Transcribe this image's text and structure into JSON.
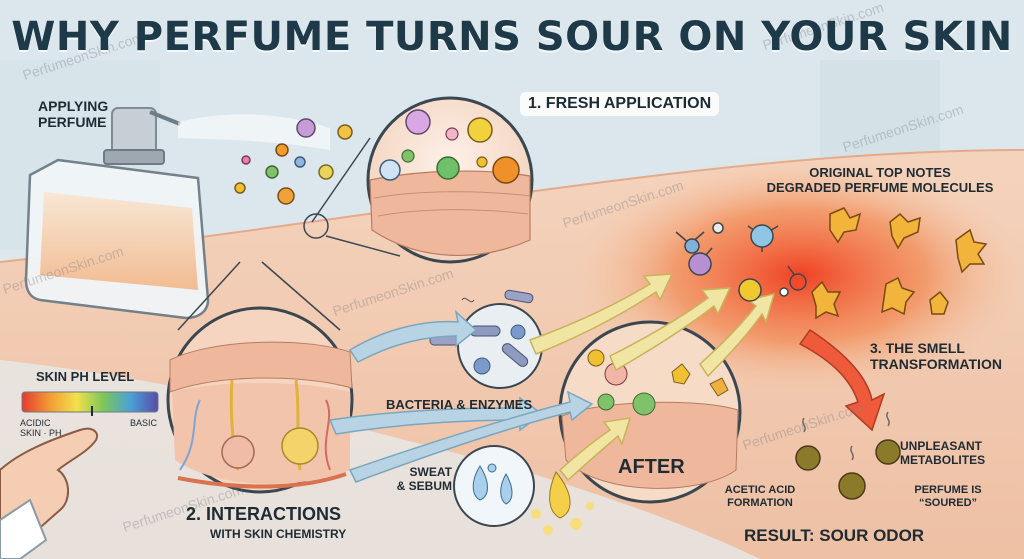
{
  "title": "WHY PERFUME TURNS SOUR ON YOUR SKIN",
  "labels": {
    "applying": "APPLYING\nPERFUME",
    "fresh": "1. FRESH APPLICATION",
    "top_notes": "ORIGINAL TOP NOTES\nDEGRADED PERFUME MOLECULES",
    "ph_level": "SKIN pH LEVEL",
    "acidic": "ACIDIC\nSKIN · pH",
    "basic": "BASIC",
    "bacteria": "BACTERIA & ENZYMES",
    "transformation": "3. THE SMELL\nTRANSFORMATION",
    "sweat": "SWEAT\n& SEBUM",
    "after": "AFTER",
    "unpleasant": "UNPLEASANT\nMETABOLITES",
    "acetic": "ACETIC ACID\nFORMATION",
    "soured": "PERFUME IS\n“SOURED”",
    "interactions_1": "2. INTERACTIONS",
    "interactions_2": "WITH SKIN CHEMISTRY",
    "result": "RESULT: SOUR ODOR"
  },
  "watermark": "PerfumeonSkin.com",
  "colors": {
    "title": "#1e3a48",
    "skin": "#f2c9ae",
    "red_zone": "#f04a2a",
    "arrow_yellow": "#f1e5a4",
    "arrow_blue": "#b8d4e4"
  }
}
